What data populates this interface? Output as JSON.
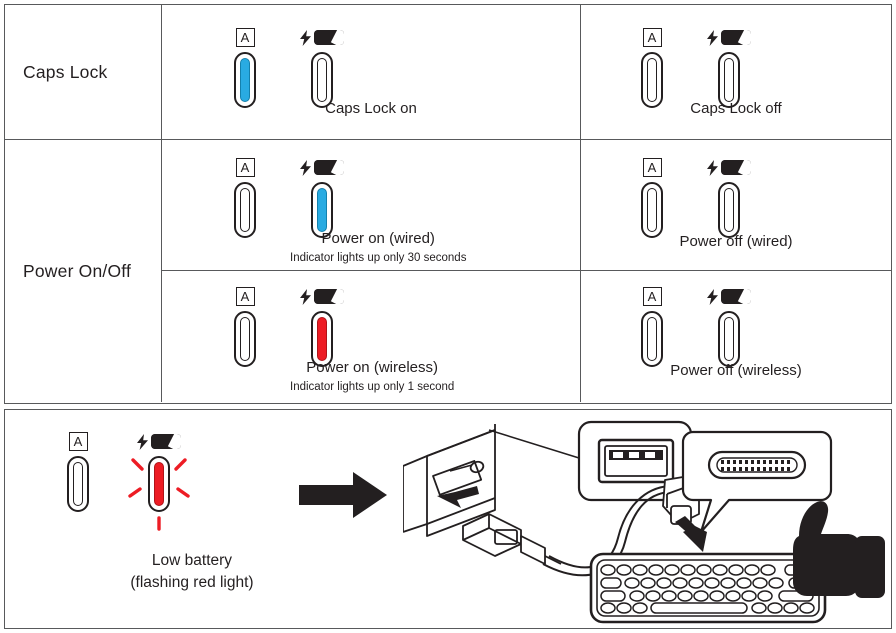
{
  "table": {
    "rows": [
      {
        "label": "Caps Lock",
        "cells": [
          {
            "caps_icon": "A",
            "caps_led": "on-blue",
            "battery_led": "off",
            "caption": "Caps Lock on",
            "sub": ""
          },
          {
            "caps_icon": "A",
            "caps_led": "off",
            "battery_led": "off",
            "caption": "Caps Lock off",
            "sub": ""
          }
        ]
      },
      {
        "label": "Power On/Off",
        "cells": [
          {
            "caps_icon": "A",
            "caps_led": "off",
            "battery_led": "on-blue",
            "caption": "Power on (wired)",
            "sub": "Indicator lights up only 30 seconds"
          },
          {
            "caps_icon": "A",
            "caps_led": "off",
            "battery_led": "off",
            "caption": "Power off (wired)",
            "sub": ""
          },
          {
            "caps_icon": "A",
            "caps_led": "off",
            "battery_led": "on-red",
            "caption": "Power on (wireless)",
            "sub": "Indicator lights up only 1 second"
          },
          {
            "caps_icon": "A",
            "caps_led": "off",
            "battery_led": "off",
            "caption": "Power off (wireless)",
            "sub": ""
          }
        ]
      }
    ]
  },
  "bottom": {
    "caps_icon": "A",
    "caps_led": "off",
    "battery_led": "on-red-flashing",
    "caption_line1": "Low battery",
    "caption_line2": "(flashing red light)",
    "arrow": "right-arrow",
    "illustration": {
      "usb_a_callout": "usb-a-port",
      "usb_c_callout": "usb-c-port",
      "keyboard": "keyboard",
      "thumbs_up": "thumbs-up",
      "cable": "usb-cable",
      "laptop_port": "laptop-usb-port"
    }
  },
  "colors": {
    "led_blue": "#29abe2",
    "led_red": "#ed1c24",
    "ink": "#231f20",
    "border": "#58595b"
  }
}
